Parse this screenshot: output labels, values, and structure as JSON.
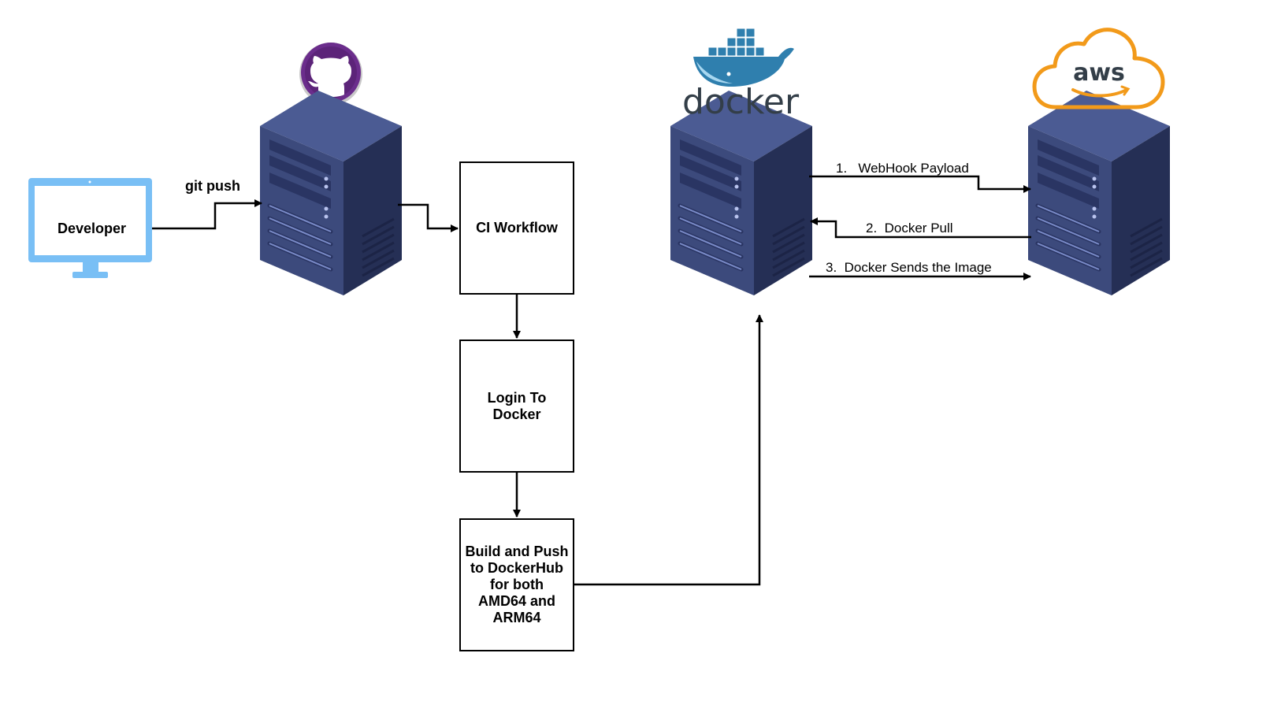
{
  "developer": {
    "label": "Developer"
  },
  "git_push": {
    "label": "git push"
  },
  "steps": [
    {
      "label": "CI Workflow"
    },
    {
      "label": "Login To\nDocker"
    },
    {
      "label": "Build and Push\nto DockerHub\nfor both\nAMD64 and\nARM64"
    }
  ],
  "docker_logo": {
    "text": "docker"
  },
  "aws_logo": {
    "text": "aws"
  },
  "flows": [
    {
      "label": "1.   WebHook Payload"
    },
    {
      "label": "2.  Docker Pull"
    },
    {
      "label": "3.  Docker Sends the Image"
    }
  ],
  "colors": {
    "monitor": "#79bff5",
    "github": "#6b2d8c",
    "server_front": "#3c4a7c",
    "server_side": "#252f55",
    "docker": "#2f7fae",
    "aws_orange": "#f29a1a",
    "aws_text": "#333e48"
  }
}
